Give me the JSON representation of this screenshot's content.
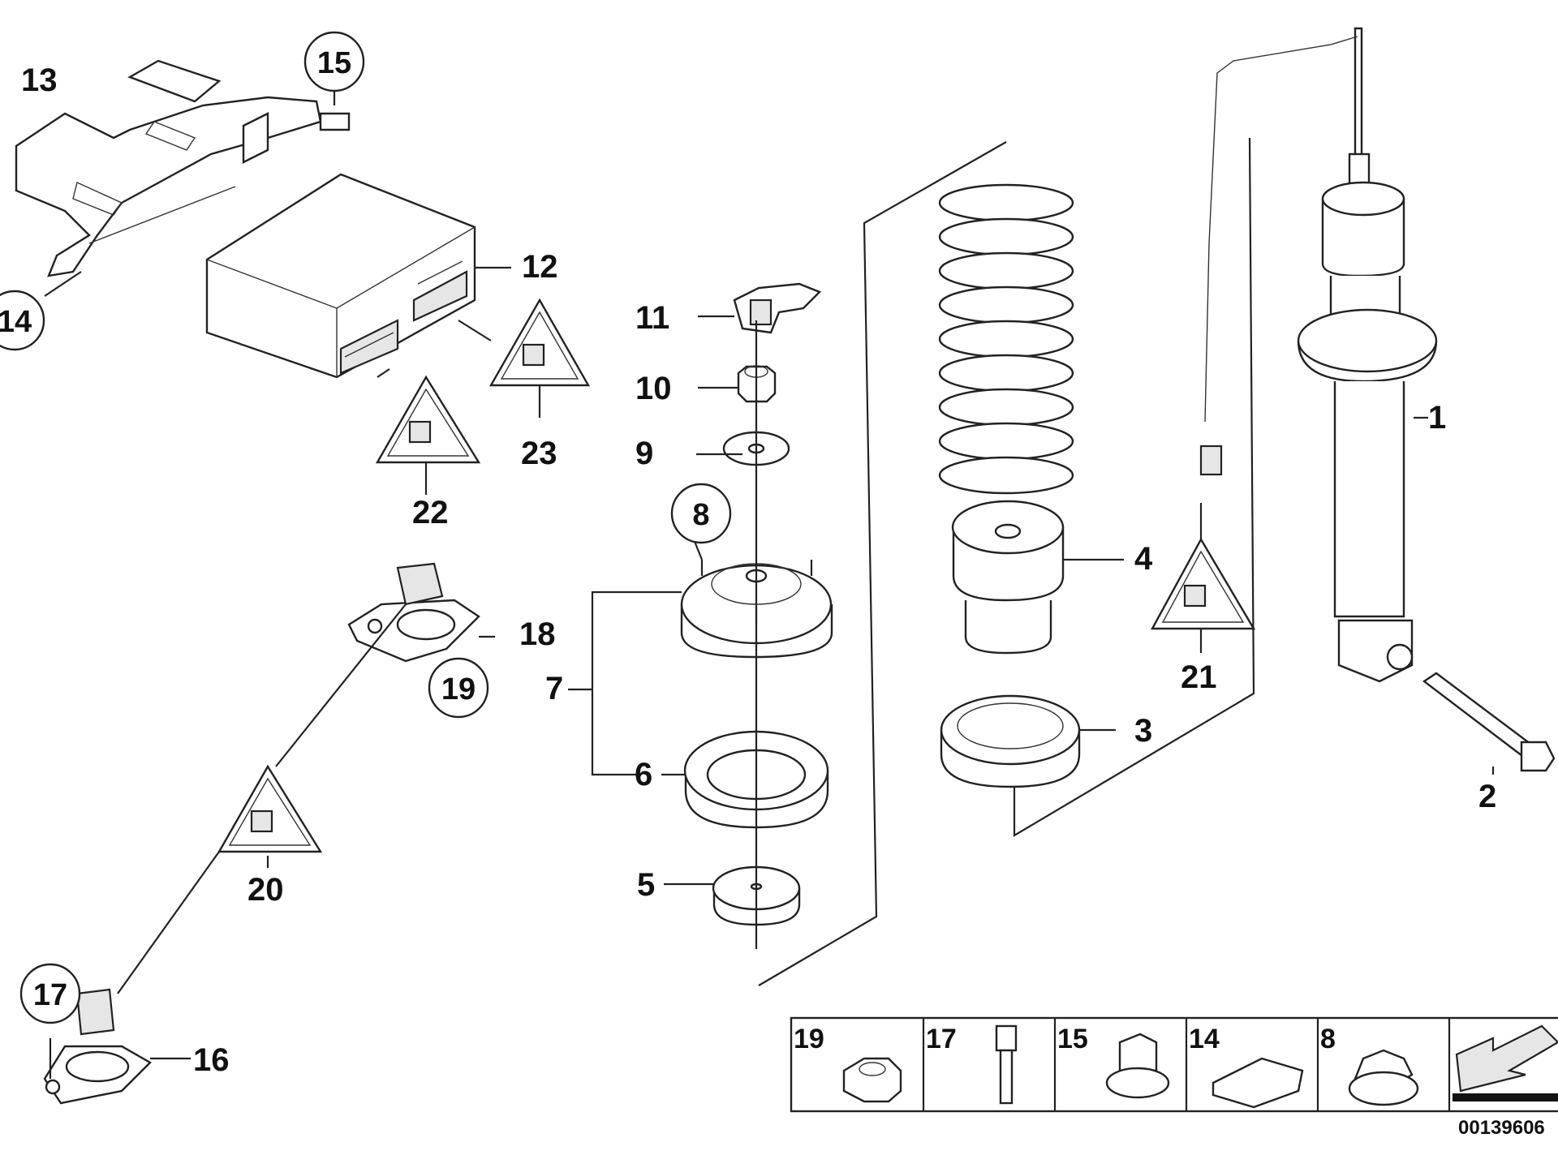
{
  "callouts": [
    {
      "id": "c1",
      "label": "1"
    },
    {
      "id": "c2",
      "label": "2"
    },
    {
      "id": "c3",
      "label": "3"
    },
    {
      "id": "c4",
      "label": "4"
    },
    {
      "id": "c5",
      "label": "5"
    },
    {
      "id": "c6",
      "label": "6"
    },
    {
      "id": "c7",
      "label": "7"
    },
    {
      "id": "c8",
      "label": "8"
    },
    {
      "id": "c9",
      "label": "9"
    },
    {
      "id": "c10",
      "label": "10"
    },
    {
      "id": "c11",
      "label": "11"
    },
    {
      "id": "c12",
      "label": "12"
    },
    {
      "id": "c13",
      "label": "13"
    },
    {
      "id": "c14",
      "label": "14"
    },
    {
      "id": "c15",
      "label": "15"
    },
    {
      "id": "c16",
      "label": "16"
    },
    {
      "id": "c17",
      "label": "17"
    },
    {
      "id": "c18",
      "label": "18"
    },
    {
      "id": "c19",
      "label": "19"
    },
    {
      "id": "c20",
      "label": "20"
    },
    {
      "id": "c21",
      "label": "21"
    },
    {
      "id": "c22",
      "label": "22"
    },
    {
      "id": "c23",
      "label": "23"
    }
  ],
  "legend": {
    "items": [
      "19",
      "17",
      "15",
      "14",
      "8"
    ]
  },
  "diagram_code": "00139606"
}
